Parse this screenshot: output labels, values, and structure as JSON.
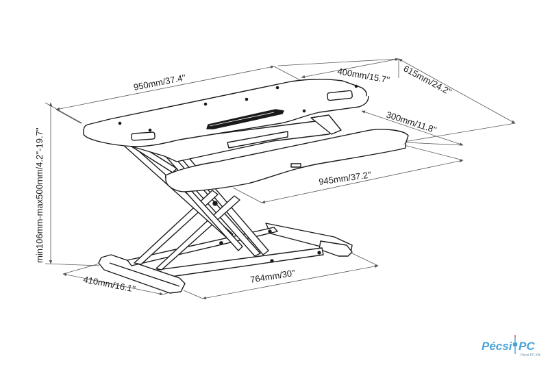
{
  "dimensions": {
    "top_width": "950mm/37.4''",
    "top_depth": "400mm/15.7''",
    "total_depth": "615mm/24.2''",
    "keyboard_depth": "300mm/11.8''",
    "keyboard_width": "945mm/37.2''",
    "height_range": "min106mm-max500mm/4.2''-19.7''",
    "base_depth": "410mm/16.1''",
    "base_width": "764mm/30''"
  },
  "logo": {
    "name": "Pécsi PC",
    "text_left": "Pécsi",
    "text_right": "PC",
    "tagline": "Pécsi PC Kft."
  },
  "colors": {
    "line": "#1a1a1a",
    "dim_line": "#555555",
    "logo": "#4aa3d8"
  }
}
